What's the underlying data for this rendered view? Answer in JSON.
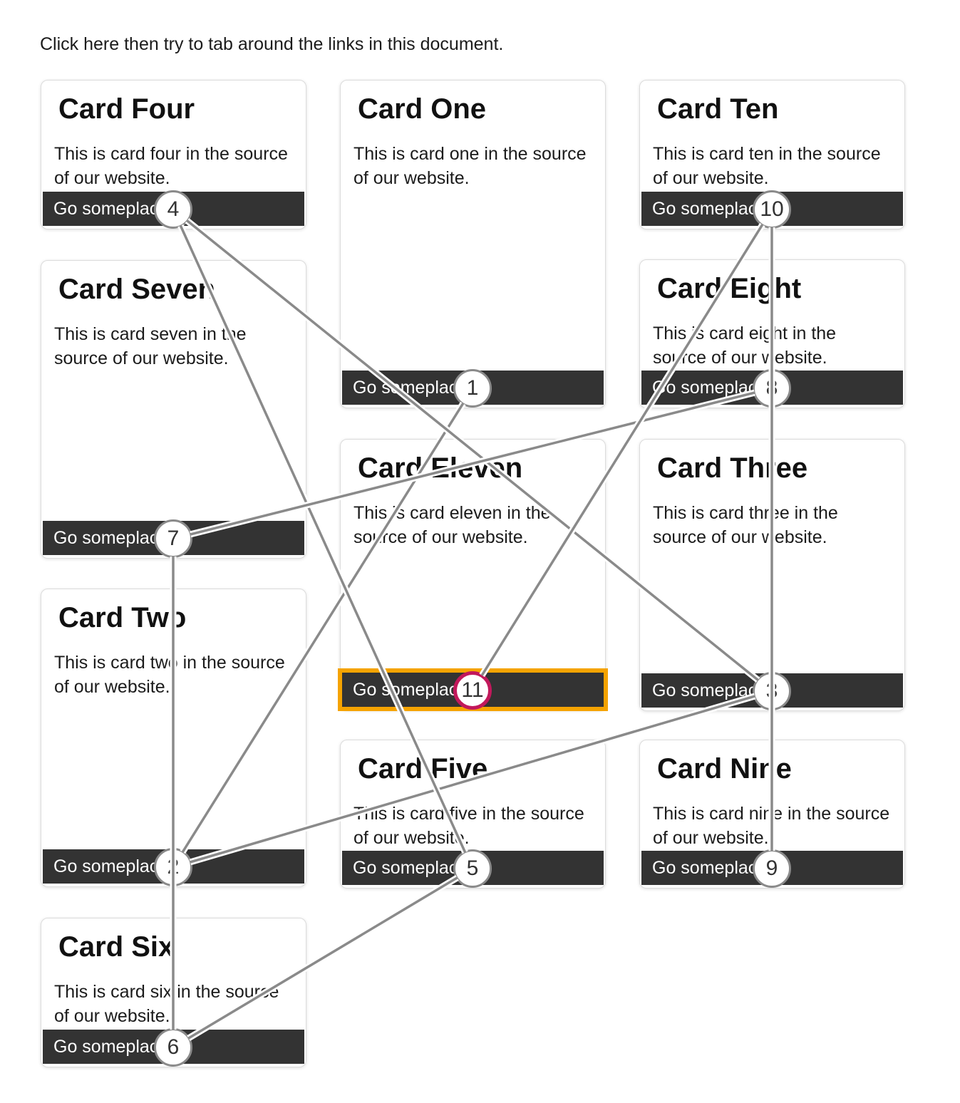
{
  "page": {
    "instruction": "Click here then try to tab around the links in this document."
  },
  "colors": {
    "button_bg": "#333333",
    "button_text": "#ffffff",
    "line": "#8a8a8a",
    "line_casing": "#ffffff",
    "badge_bg": "#ffffff",
    "badge_border": "#8a8a8a",
    "badge_text": "#333333",
    "focus_outline": "#F5A300",
    "focused_badge_border": "#C2185B"
  },
  "cards": [
    {
      "id": "four",
      "title": "Card Four",
      "description": "This is card four in the source of our website.",
      "link_label": "Go someplace",
      "tab_number": 4,
      "focused": false
    },
    {
      "id": "one",
      "title": "Card One",
      "description": "This is card one in the source of our website.",
      "link_label": "Go someplace",
      "tab_number": 1,
      "focused": false
    },
    {
      "id": "ten",
      "title": "Card Ten",
      "description": "This is card ten in the source of our website.",
      "link_label": "Go someplace",
      "tab_number": 10,
      "focused": false
    },
    {
      "id": "seven",
      "title": "Card Seven",
      "description": "This is card seven in the source of our website.",
      "link_label": "Go someplace",
      "tab_number": 7,
      "focused": false
    },
    {
      "id": "eight",
      "title": "Card Eight",
      "description": "This is card eight in the source of our website.",
      "link_label": "Go someplace",
      "tab_number": 8,
      "focused": false
    },
    {
      "id": "eleven",
      "title": "Card Eleven",
      "description": "This is card eleven in the source of our website.",
      "link_label": "Go someplace",
      "tab_number": 11,
      "focused": true
    },
    {
      "id": "three",
      "title": "Card Three",
      "description": "This is card three in the source of our website.",
      "link_label": "Go someplace",
      "tab_number": 3,
      "focused": false
    },
    {
      "id": "two",
      "title": "Card Two",
      "description": "This is card two in the source of our website.",
      "link_label": "Go someplace",
      "tab_number": 2,
      "focused": false
    },
    {
      "id": "five",
      "title": "Card Five",
      "description": "This is card five in the source of our website.",
      "link_label": "Go someplace",
      "tab_number": 5,
      "focused": false
    },
    {
      "id": "nine",
      "title": "Card Nine",
      "description": "This is card nine in the source of our website.",
      "link_label": "Go someplace",
      "tab_number": 9,
      "focused": false
    },
    {
      "id": "six",
      "title": "Card Six",
      "description": "This is card six in the source of our website.",
      "link_label": "Go someplace",
      "tab_number": 6,
      "focused": false
    }
  ]
}
